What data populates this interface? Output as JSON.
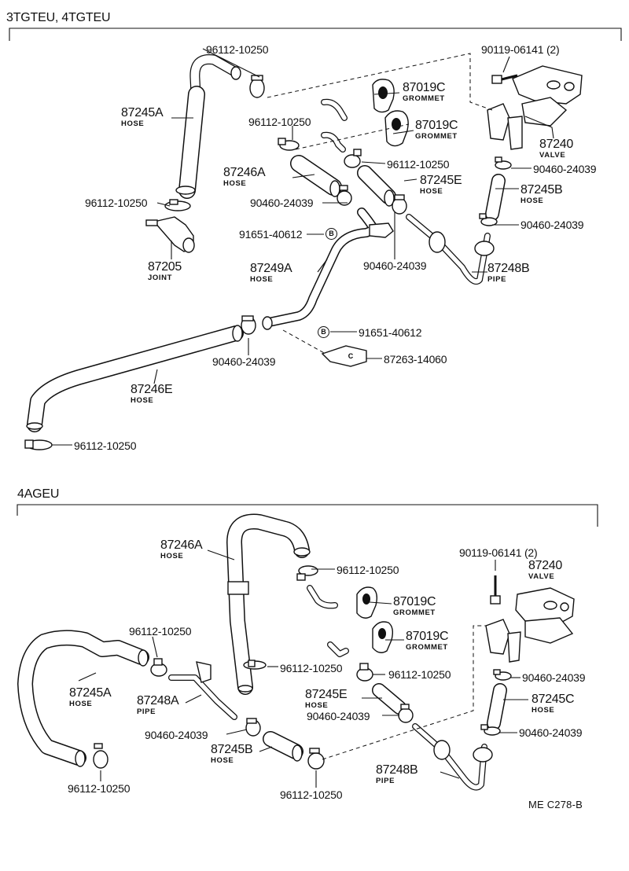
{
  "sections": {
    "top": {
      "title": "3TGTEU, 4TGTEU"
    },
    "bottom": {
      "title": "4AGEU"
    }
  },
  "top_labels": {
    "clamp_96112_a": "96112-10250",
    "bolt_90119": "90119-06141 (2)",
    "hose_87245A": {
      "pn": "87245A",
      "name": "HOSE"
    },
    "grommet_1": {
      "pn": "87019C",
      "name": "GROMMET"
    },
    "clamp_96112_b": "96112-10250",
    "grommet_2": {
      "pn": "87019C",
      "name": "GROMMET"
    },
    "valve_87240": {
      "pn": "87240",
      "name": "VALVE"
    },
    "clamp_96112_c": "96112-10250",
    "hose_87246A": {
      "pn": "87246A",
      "name": "HOSE"
    },
    "clamp_90460_a": "90460-24039",
    "hose_87245E": {
      "pn": "87245E",
      "name": "HOSE"
    },
    "hose_87245B": {
      "pn": "87245B",
      "name": "HOSE"
    },
    "clamp_90460_b": "90460-24039",
    "clamp_96112_d": "96112-10250",
    "clamp_90460_c": "90460-24039",
    "clip_91651_a": "91651-40612",
    "clip_91651_a_mark": "B",
    "joint_87205": {
      "pn": "87205",
      "name": "JOINT"
    },
    "clamp_90460_d": "90460-24039",
    "hose_87249A": {
      "pn": "87249A",
      "name": "HOSE"
    },
    "pipe_87248B": {
      "pn": "87248B",
      "name": "PIPE"
    },
    "clip_91651_b": "91651-40612",
    "clip_91651_b_mark": "B",
    "clamp_87263": "87263-14060",
    "clamp_87263_mark": "C",
    "clamp_90460_e": "90460-24039",
    "hose_87246E": {
      "pn": "87246E",
      "name": "HOSE"
    },
    "clamp_96112_e": "96112-10250"
  },
  "bottom_labels": {
    "hose_87246A": {
      "pn": "87246A",
      "name": "HOSE"
    },
    "bolt_90119": "90119-06141 (2)",
    "valve_87240": {
      "pn": "87240",
      "name": "VALVE"
    },
    "clamp_96112_a": "96112-10250",
    "grommet_1": {
      "pn": "87019C",
      "name": "GROMMET"
    },
    "clamp_96112_b": "96112-10250",
    "grommet_2": {
      "pn": "87019C",
      "name": "GROMMET"
    },
    "clamp_96112_c": "96112-10250",
    "clamp_96112_d": "96112-10250",
    "clamp_90460_a": "90460-24039",
    "hose_87245A": {
      "pn": "87245A",
      "name": "HOSE"
    },
    "hose_87245E": {
      "pn": "87245E",
      "name": "HOSE"
    },
    "pipe_87248A": {
      "pn": "87248A",
      "name": "PIPE"
    },
    "clamp_90460_b": "90460-24039",
    "hose_87245C": {
      "pn": "87245C",
      "name": "HOSE"
    },
    "clamp_90460_c": "90460-24039",
    "clamp_90460_d": "90460-24039",
    "hose_87245B": {
      "pn": "87245B",
      "name": "HOSE"
    },
    "pipe_87248B": {
      "pn": "87248B",
      "name": "PIPE"
    },
    "clamp_96112_e": "96112-10250",
    "clamp_96112_f": "96112-10250"
  },
  "figure_ref": "ME  C278-B"
}
